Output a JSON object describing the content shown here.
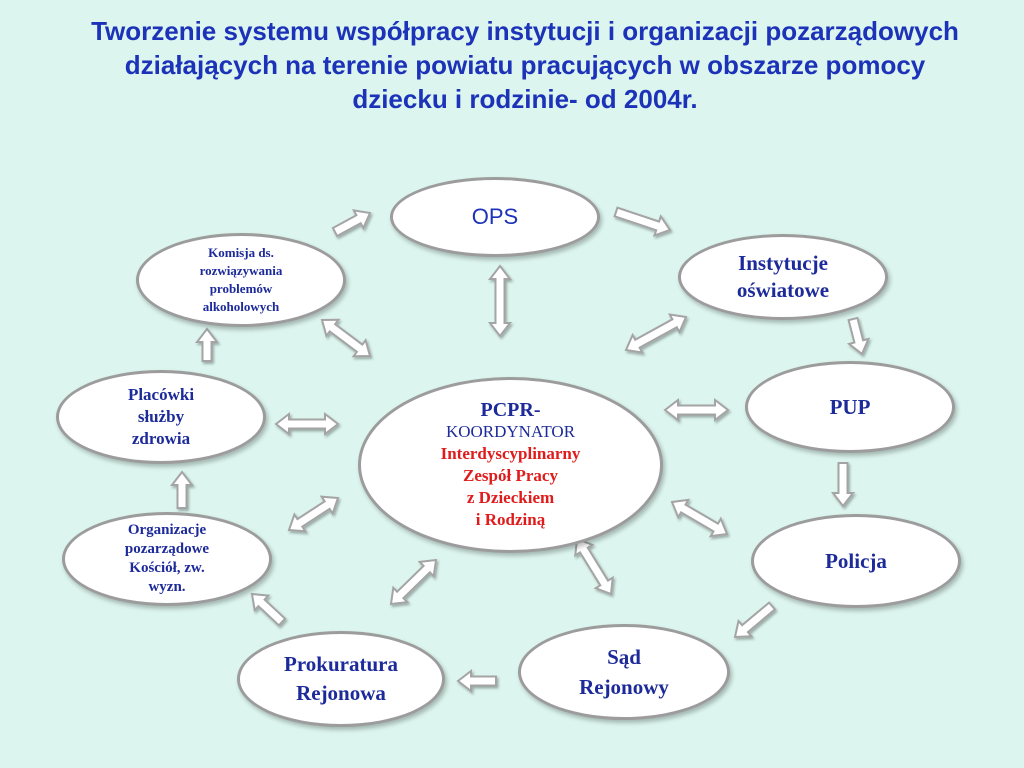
{
  "title": {
    "line1": "Tworzenie systemu współpracy instytucji i organizacji pozarządowych",
    "line2": "działających na terenie powiatu pracujących w obszarze pomocy",
    "line3": "dziecku i rodzinie- od 2004r."
  },
  "center": {
    "line1": "PCPR-",
    "line2": "KOORDYNATOR",
    "line3": "Interdyscyplinarny",
    "line4": "Zespół Pracy",
    "line5": "z Dzieckiem",
    "line6": "i Rodziną"
  },
  "nodes": {
    "ops": "OPS",
    "instytucje": [
      "Instytucje",
      "oświatowe"
    ],
    "pup": "PUP",
    "policja": "Policja",
    "sad": [
      "Sąd",
      "Rejonowy"
    ],
    "prokuratura": [
      "Prokuratura",
      "Rejonowa"
    ],
    "organizacje": [
      "Organizacje",
      "pozarządowe",
      "Kościół, zw.",
      "wyzn."
    ],
    "placowki": [
      "Placówki",
      "służby",
      "zdrowia"
    ],
    "komisja": [
      "Komisja ds.",
      "rozwiązywania",
      "problemów",
      "alkoholowych"
    ]
  },
  "colors": {
    "background": "#dcf5ee",
    "title_blue": "#1c32b8",
    "node_text": "#1c2a9a",
    "highlight_red": "#e01b1b",
    "ellipse_border": "#9c9c9c"
  }
}
